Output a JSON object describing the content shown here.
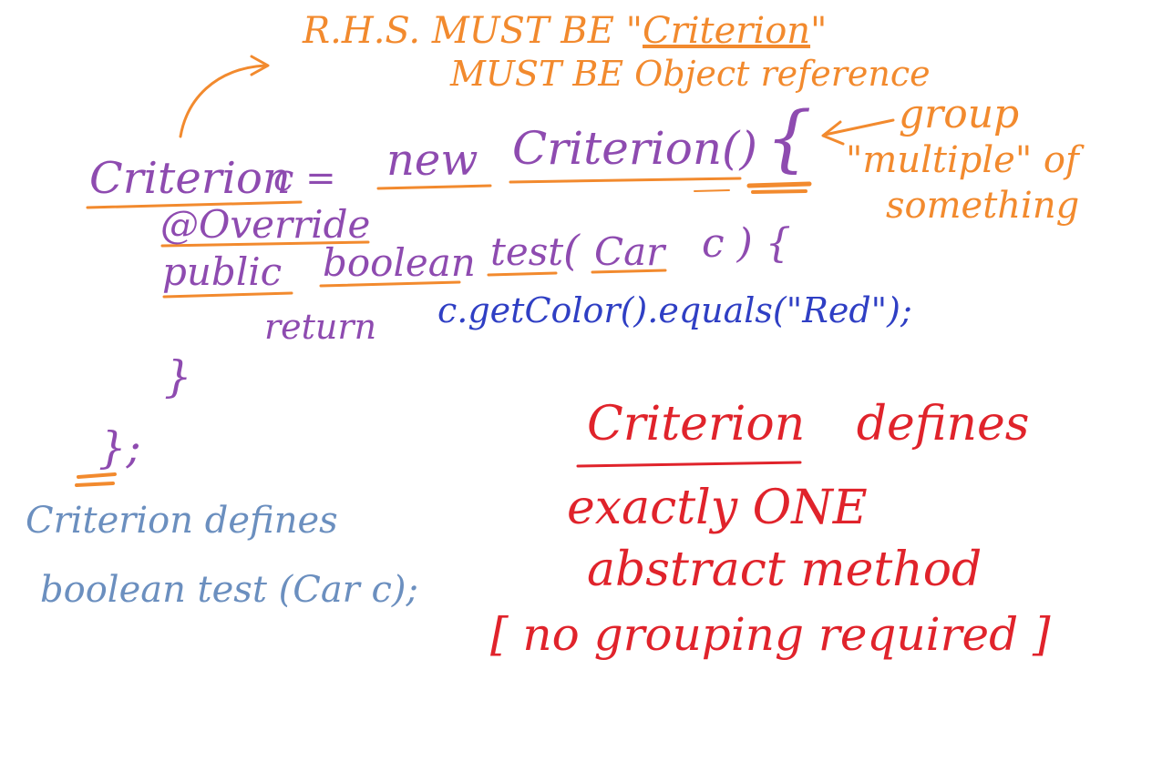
{
  "colors": {
    "orange": "#f28a2e",
    "purple": "#8e4bb0",
    "blue": "#2f3fc4",
    "steel": "#6b8fbf",
    "red": "#e0232b"
  },
  "annotation_top": {
    "line1_prefix": "R.H.S. MUST BE \"",
    "line1_word": "Criterion",
    "line1_suffix": "\"",
    "line2": "MUST BE Object reference"
  },
  "annotation_side": {
    "line1": "group",
    "line2": "\"multiple\" of",
    "line3": "something"
  },
  "code": {
    "decl_type": "Criterion",
    "decl_var": "c =",
    "new_kw": "new",
    "ctor": "Criterion()",
    "open_brace": "{",
    "override": "@Override",
    "public_kw": "public",
    "boolean_kw": "boolean",
    "method": "test",
    "param_open": "(",
    "param_type": "Car",
    "param_close": "c ) {",
    "return_kw": "return",
    "return_expr": "c.getColor().equals(\"Red\");",
    "close_method": "}",
    "close_class": "};"
  },
  "note_left": {
    "line1": "Criterion defines",
    "line2": "boolean test (Car c);"
  },
  "note_right": {
    "line1_word": "Criterion",
    "line1_rest": "defines",
    "line2": "exactly ONE",
    "line3": "abstract method",
    "line4": "[ no grouping required ]"
  }
}
